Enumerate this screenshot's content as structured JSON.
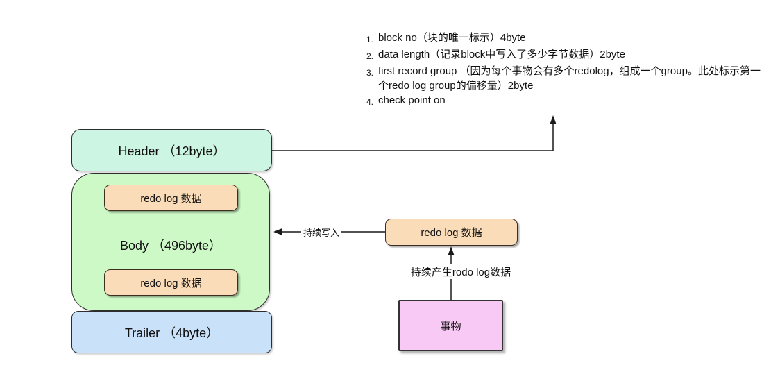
{
  "notes": {
    "items": [
      {
        "num": "1.",
        "text": "block no（块的唯一标示）4byte"
      },
      {
        "num": "2.",
        "text": "data length（记录block中写入了多少字节数据）2byte"
      },
      {
        "num": "3.",
        "text": "first record group （因为每个事物会有多个redolog，组成一个group。此处标示第一个redo log group的偏移量）2byte"
      },
      {
        "num": "4.",
        "text": "check point on"
      }
    ]
  },
  "log_block": {
    "header_label": "Header （12byte）",
    "body_label": "Body （496byte）",
    "trailer_label": "Trailer （4byte）",
    "body_items": [
      {
        "label": "redo log 数据"
      },
      {
        "label": "redo log 数据"
      }
    ]
  },
  "flow": {
    "buffer_label": "redo log 数据",
    "transaction_label": "事物",
    "write_arrow_label": "持续写入",
    "generate_arrow_label": "持续产生rodo log数据"
  },
  "colors": {
    "header_fill": "#cdf5e3",
    "body_fill": "#ccf9c6",
    "trailer_fill": "#c9e1f9",
    "redo_fill": "#fbdcb8",
    "transaction_fill": "#f9c9f5",
    "line": "#1a1a1a",
    "background": "#ffffff"
  }
}
